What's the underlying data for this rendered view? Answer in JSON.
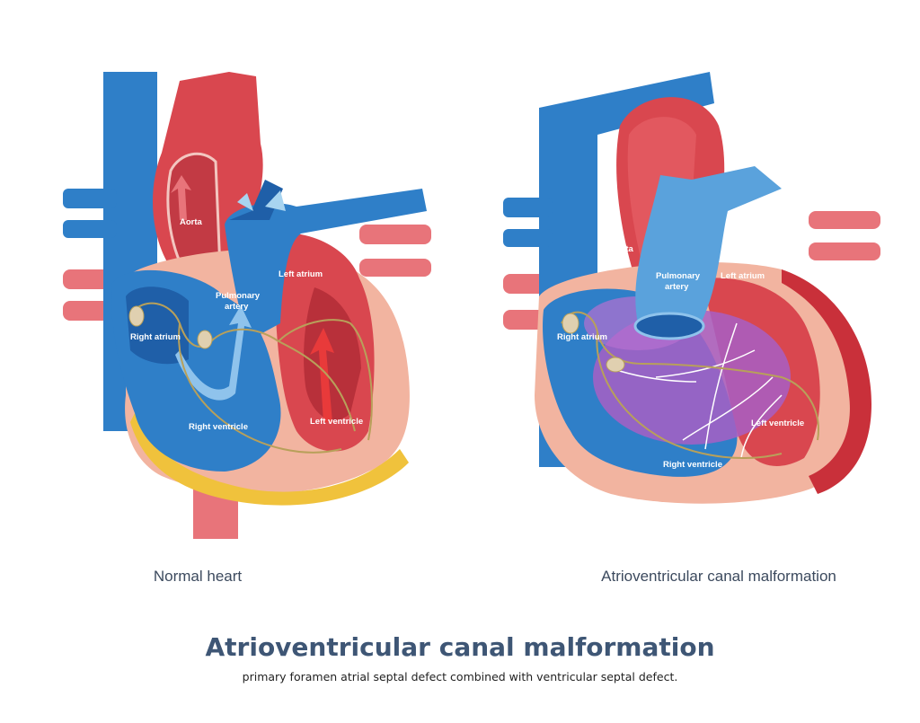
{
  "diagrams": [
    {
      "caption": "Normal heart",
      "labels": {
        "aorta": "Aorta",
        "pulmonary_artery_line1": "Pulmonary",
        "pulmonary_artery_line2": "artery",
        "left_atrium": "Left atrium",
        "right_atrium": "Right atrium",
        "right_ventricle": "Right ventricle",
        "left_ventricle": "Left ventricle"
      }
    },
    {
      "caption": "Atrioventricular canal malformation",
      "labels": {
        "aorta": "Aorta",
        "pulmonary_artery_line1": "Pulmonary",
        "pulmonary_artery_line2": "artery",
        "left_atrium": "Left atrium",
        "right_atrium": "Right atrium",
        "right_ventricle": "Right ventricle",
        "left_ventricle": "Left ventricle"
      }
    }
  ],
  "title": "Atrioventricular canal malformation",
  "subtitle": "primary foramen atrial septal defect combined with ventricular septal defect.",
  "colors": {
    "deoxygenated_blue": "#2f7fc8",
    "dark_blue": "#1f5fa8",
    "oxygenated_red": "#d9474f",
    "vessel_pink": "#e8747a",
    "myocardium": "#f2b4a0",
    "fat_yellow": "#f0c23c",
    "mixed_purple": "#a75fc4",
    "conduction_olive": "#b8a05a",
    "title_color": "#3e5675"
  }
}
